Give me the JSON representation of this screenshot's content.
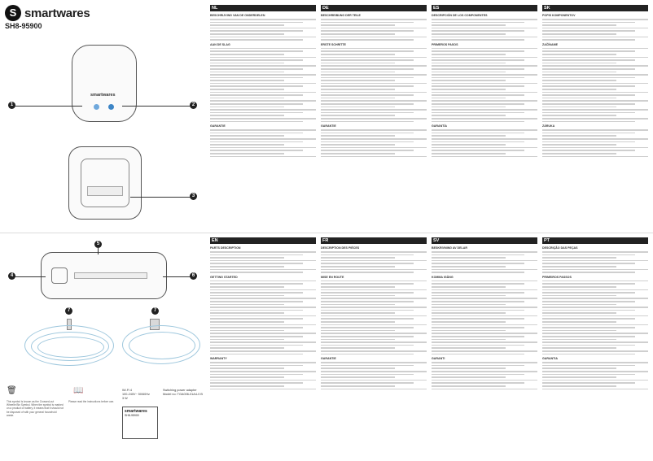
{
  "brand": {
    "name": "smartwares",
    "logo_letter": "S",
    "model": "SH8-95900"
  },
  "callouts": [
    "1",
    "2",
    "3",
    "4",
    "5",
    "6",
    "7"
  ],
  "hub_mark": "smartwares",
  "columns": [
    {
      "code": "NL",
      "sub1": "BESCHRIJVING VAN DE ONDERDELEN",
      "sub2": "AAN DE SLAG",
      "sub3": "GARANTIE"
    },
    {
      "code": "DE",
      "sub1": "BESCHREIBUNG DER TEILE",
      "sub2": "ERSTE SCHRITTE",
      "sub3": "GARANTIE"
    },
    {
      "code": "ES",
      "sub1": "DESCRIPCIÓN DE LOS COMPONENTES",
      "sub2": "PRIMEROS PASOS",
      "sub3": "GARANTÍA"
    },
    {
      "code": "SK",
      "sub1": "POPIS KOMPONENTOV",
      "sub2": "ZAČÍNAME",
      "sub3": "ZÁRUKA"
    },
    {
      "code": "EN",
      "sub1": "PARTS DESCRIPTION",
      "sub2": "GETTING STARTED",
      "sub3": "WARRANTY"
    },
    {
      "code": "FR",
      "sub1": "DESCRIPTION DES PIÈCES",
      "sub2": "MISE EN ROUTE",
      "sub3": "GARANTIE"
    },
    {
      "code": "SV",
      "sub1": "BESKRIVNING AV DELAR",
      "sub2": "KOMMA IGÅNG",
      "sub3": "GARANTI"
    },
    {
      "code": "PT",
      "sub1": "DESCRIÇÃO DAS PEÇAS",
      "sub2": "PRIMEIROS PASSOS",
      "sub3": "GARANTIA"
    }
  ],
  "specs": {
    "wifi": "Wi-Fi 4",
    "freq": "100-240V~ 50/60Hz",
    "watt": "3 W",
    "box1": "smartwares",
    "box2": "SH8-95900",
    "address_label": "Switching power adapter",
    "model_no": "Model no: TGA006-01A4-0 B"
  },
  "footnote1": "This symbol is known as the Crossed-out Wheelie Bin Symbol. When the symbol is marked on a product or battery, it means that it should not be disposed of with your general household waste.",
  "footnote2": "Please read the instructions before use."
}
